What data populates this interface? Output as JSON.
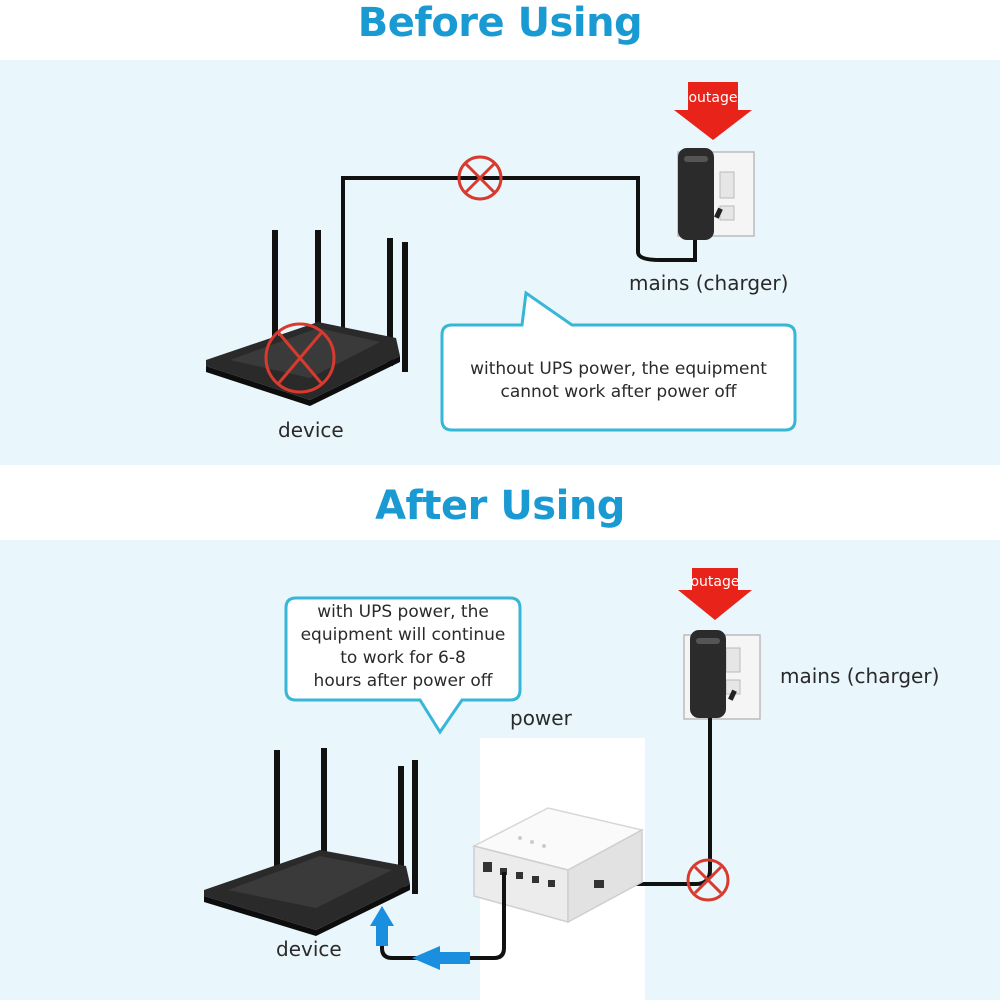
{
  "colors": {
    "heading": "#1a9ad2",
    "panel_bg": "#e9f6fc",
    "bubble_border": "#36b7d8",
    "arrow_red": "#e8231a",
    "cross_red": "#d93a2e",
    "flow_arrow": "#1a8fe0"
  },
  "before": {
    "heading": "Before Using",
    "outage_label": "outage",
    "mains_label": "mains (charger)",
    "device_label": "device",
    "bubble_lines": [
      "without UPS power, the equipment",
      "cannot work after power off"
    ]
  },
  "after": {
    "heading": "After Using",
    "outage_label": "outage",
    "mains_label": "mains (charger)",
    "device_label": "device",
    "power_label": "power",
    "bubble_lines": [
      "with UPS power, the",
      "equipment will continue",
      "to work for 6-8",
      "hours after power off"
    ]
  },
  "icons": [
    "router-icon",
    "wall-socket-icon",
    "charger-icon",
    "ups-box-icon",
    "cross-icon",
    "down-arrow-icon",
    "flow-arrow-icon"
  ]
}
